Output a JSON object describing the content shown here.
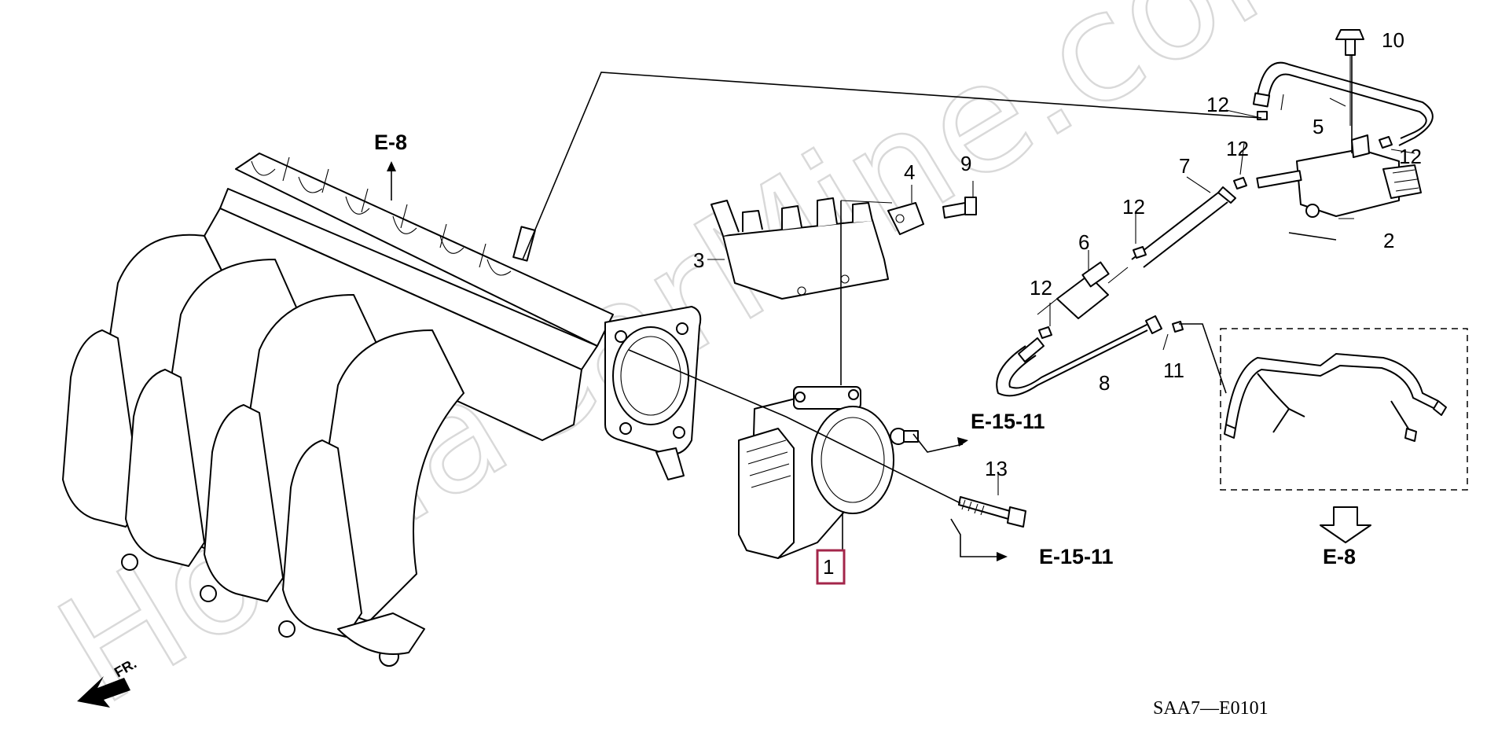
{
  "watermark": "HondaCarMine.com",
  "callouts": {
    "c1": "1",
    "c2": "2",
    "c3": "3",
    "c4": "4",
    "c5": "5",
    "c6": "6",
    "c7": "7",
    "c8": "8",
    "c9": "9",
    "c10": "10",
    "c11": "11",
    "c12a": "12",
    "c12b": "12",
    "c12c": "12",
    "c12d": "12",
    "c12e": "12",
    "c13": "13"
  },
  "references": {
    "e8_top": "E-8",
    "e15_upper": "E-15-11",
    "e15_lower": "E-15-11",
    "e8_right": "E-8"
  },
  "front_indicator": "FR.",
  "diagram_code": "SAA7—E0101",
  "colors": {
    "highlight": "#a3264a",
    "line": "#000000",
    "watermark": "#d9d9d9"
  },
  "icons": [
    "front-arrow-icon",
    "down-arrow-icon"
  ]
}
